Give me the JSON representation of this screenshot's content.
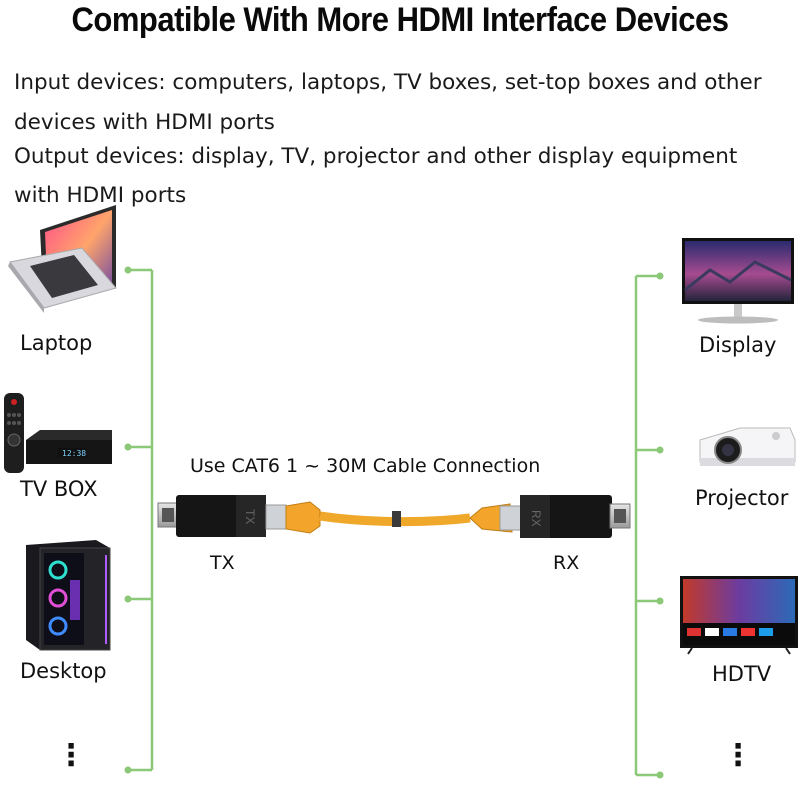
{
  "title": "Compatible With More HDMI Interface Devices",
  "input_line1": " Input devices: computers, laptops, TV boxes, set-top boxes and other",
  "input_line2": "devices with HDMI ports",
  "output_line1": " Output devices: display, TV, projector and other display equipment",
  "output_line2": "with HDMI ports",
  "input_devices": [
    {
      "label": "Laptop",
      "icon": "laptop-icon"
    },
    {
      "label": "TV BOX",
      "icon": "tv-box-icon"
    },
    {
      "label": "Desktop",
      "icon": "desktop-pc-icon"
    }
  ],
  "output_devices": [
    {
      "label": "Display",
      "icon": "monitor-icon"
    },
    {
      "label": "Projector",
      "icon": "projector-icon"
    },
    {
      "label": "HDTV",
      "icon": "hdtv-icon"
    }
  ],
  "cable_caption": "Use CAT6 1 ~ 30M Cable Connection",
  "tx_label": "TX",
  "rx_label": "RX",
  "tx_body_text": "TX",
  "rx_body_text": "RX",
  "tvbox_display": "12:38",
  "more_indicator": "⋮",
  "colors": {
    "line": "#8bc877",
    "cable": "#f0a82a",
    "adapter": "#151515"
  }
}
